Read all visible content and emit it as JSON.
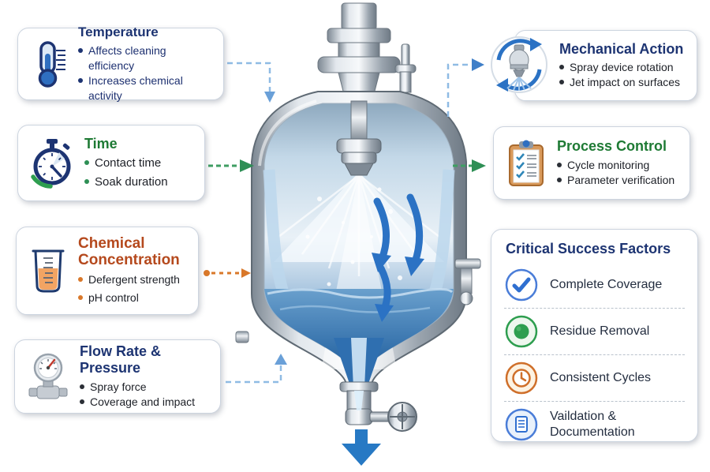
{
  "left_cards": [
    {
      "title": "Temperature",
      "icon": "thermometer-icon",
      "accent": "#1d3472",
      "bullets": [
        "Affects cleaning efficiency",
        "Increases chemical activity"
      ]
    },
    {
      "title": "Time",
      "icon": "stopwatch-icon",
      "accent": "#1e7a34",
      "bullets": [
        "Contact time",
        "Soak duration"
      ]
    },
    {
      "title": "Chemical Concentration",
      "icon": "beaker-icon",
      "accent": "#b5491d",
      "bullets": [
        "Defergent strength",
        "pH control"
      ]
    },
    {
      "title": "Flow Rate & Pressure",
      "icon": "pressure-gauge-icon",
      "accent": "#1d3472",
      "bullets": [
        "Spray force",
        "Coverage and impact"
      ]
    }
  ],
  "right_cards": [
    {
      "title": "Mechanical Action",
      "icon": "spray-rotation-icon",
      "accent": "#1d3472",
      "bullets": [
        "Spray device rotation",
        "Jet impact on surfaces"
      ]
    },
    {
      "title": "Process Control",
      "icon": "clipboard-checklist-icon",
      "accent": "#1e7a34",
      "bullets": [
        "Cycle monitoring",
        "Parameter verification"
      ]
    }
  ],
  "success_factors": {
    "title": "Critical Success Factors",
    "items": [
      {
        "label": "Complete Coverage",
        "icon": "check-circle-icon",
        "color": "#2f6fd0"
      },
      {
        "label": "Residue Removal",
        "icon": "residue-circle-icon",
        "color": "#2e9e4f"
      },
      {
        "label": "Consistent Cycles",
        "icon": "clock-circle-icon",
        "color": "#cf6f2a"
      },
      {
        "label": "Vaildation & Documentation",
        "icon": "document-circle-icon",
        "color": "#2f6fd0"
      }
    ]
  },
  "center_illustration": {
    "name": "CIP spray-ball cleaning tank cutaway",
    "elements": [
      "top inlet nozzle",
      "spray ball",
      "water spray cone",
      "circulation arrows",
      "water pool",
      "drain funnel",
      "outlet valve with handwheel",
      "drain flow arrow"
    ]
  },
  "colors": {
    "title_navy": "#1d3472",
    "title_green": "#1e7a34",
    "title_rust": "#b5491d",
    "connector_blue": "#8fbbe4",
    "connector_green": "#2e8f55",
    "connector_orange": "#d9782a",
    "flow_arrow_blue": "#2b72c4",
    "steel_gray": "#aab3bc",
    "water_blue": "#2f6da8"
  }
}
